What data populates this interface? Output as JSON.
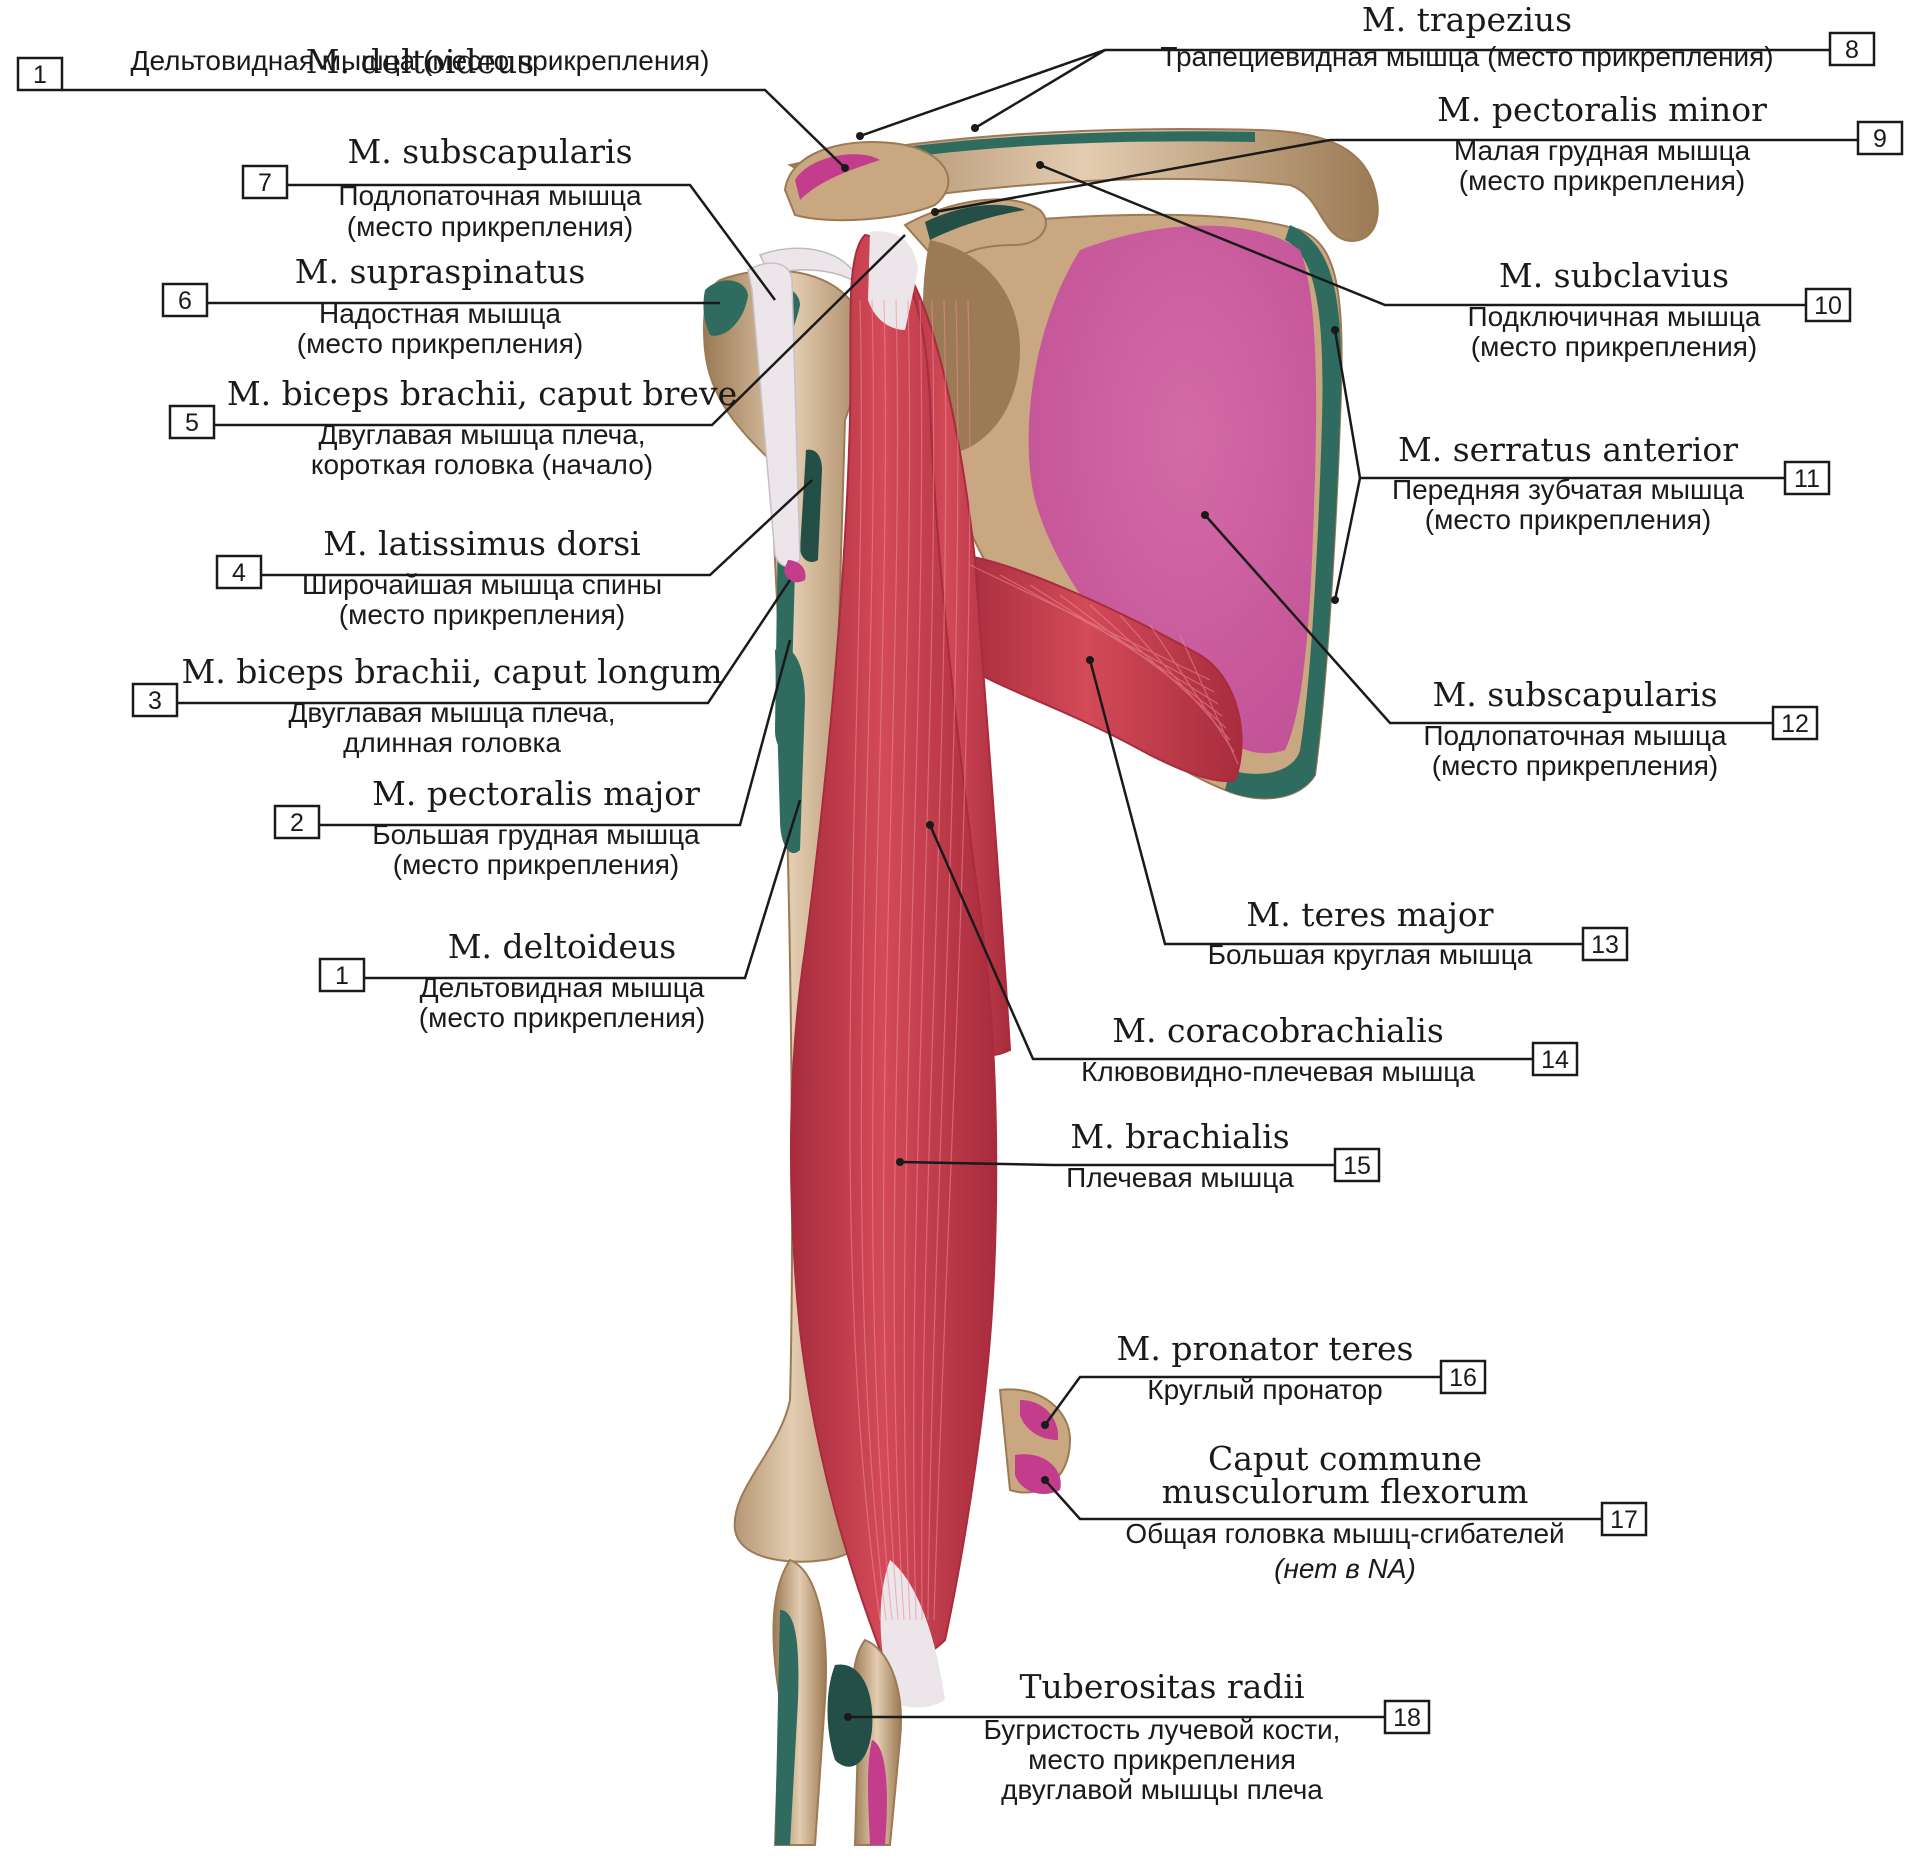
{
  "colors": {
    "bone": "#c9a781",
    "bone_light": "#e3cdb0",
    "bone_dark": "#9c7a55",
    "muscle": "#d34a58",
    "muscle_dark": "#a82c3d",
    "attachment_green": "#2f6b5e",
    "attachment_green_dark": "#234f46",
    "attachment_magenta": "#c43c8c",
    "subscap_surface": "#c25296",
    "tendon": "#ece6ea"
  },
  "labels": [
    {
      "num": "1",
      "lat": "M. deltoideus",
      "ru": [
        "Дельтовидная мышца (место прикрепления)"
      ]
    },
    {
      "num": "7",
      "lat": "M. subscapularis",
      "ru": [
        "Подлопаточная мышца",
        "(место прикрепления)"
      ]
    },
    {
      "num": "6",
      "lat": "M. supraspinatus",
      "ru": [
        "Надостная мышца",
        "(место прикрепления)"
      ]
    },
    {
      "num": "5",
      "lat": "M. biceps brachii, caput breve",
      "ru": [
        "Двуглавая мышца плеча,",
        "короткая головка (начало)"
      ]
    },
    {
      "num": "4",
      "lat": "M. latissimus dorsi",
      "ru": [
        "Широчайшая мышца спины",
        "(место прикрепления)"
      ]
    },
    {
      "num": "3",
      "lat": "M. biceps brachii, caput longum",
      "ru": [
        "Двуглавая мышца плеча,",
        "длинная головка"
      ]
    },
    {
      "num": "2",
      "lat": "M. pectoralis major",
      "ru": [
        "Большая грудная мышца",
        "(место прикрепления)"
      ]
    },
    {
      "num": "1",
      "lat": "M. deltoideus",
      "ru": [
        "Дельтовидная мышца",
        "(место прикрепления)"
      ]
    },
    {
      "num": "8",
      "lat": "M. trapezius",
      "ru": [
        "Трапециевидная мышца (место прикрепления)"
      ]
    },
    {
      "num": "9",
      "lat": "M. pectoralis minor",
      "ru": [
        "Малая грудная мышца",
        "(место прикрепления)"
      ]
    },
    {
      "num": "10",
      "lat": "M. subclavius",
      "ru": [
        "Подключичная мышца",
        "(место прикрепления)"
      ]
    },
    {
      "num": "11",
      "lat": "M. serratus anterior",
      "ru": [
        "Передняя зубчатая мышца",
        "(место прикрепления)"
      ]
    },
    {
      "num": "12",
      "lat": "M. subscapularis",
      "ru": [
        "Подлопаточная мышца",
        "(место прикрепления)"
      ]
    },
    {
      "num": "13",
      "lat": "M. teres major",
      "ru": [
        "Большая круглая мышца"
      ]
    },
    {
      "num": "14",
      "lat": "M. coracobrachialis",
      "ru": [
        "Клювовидно-плечевая мышца"
      ]
    },
    {
      "num": "15",
      "lat": "M. brachialis",
      "ru": [
        "Плечевая мышца"
      ]
    },
    {
      "num": "16",
      "lat": "M. pronator teres",
      "ru": [
        "Круглый пронатор"
      ]
    },
    {
      "num": "17",
      "lat": [
        "Caput commune",
        "musculorum flexorum"
      ],
      "ru": [
        "Общая головка мышц-сгибателей",
        "(нет в NA)"
      ]
    },
    {
      "num": "18",
      "lat": "Tuberositas radii",
      "ru": [
        "Бугристость лучевой кости,",
        "место прикрепления",
        "двуглавой мышцы плеча"
      ]
    }
  ]
}
